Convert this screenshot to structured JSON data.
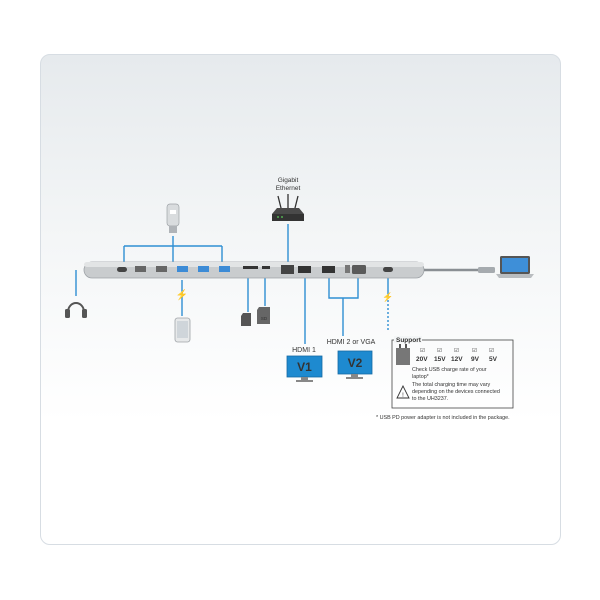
{
  "labels": {
    "gigabit": "Gigabit",
    "ethernet": "Ethernet",
    "hdmi1": "HDMI 1",
    "hdmi2_vga": "HDMI 2 or VGA",
    "v1": "V1",
    "v2": "V2",
    "sd": "SD",
    "lightning": "⚡"
  },
  "support": {
    "title": "Support",
    "voltages": [
      "20V",
      "15V",
      "12V",
      "9V",
      "5V"
    ],
    "line1": "Check USB charge rate of your",
    "line2": "laptop*",
    "line3": "The total charging time may vary",
    "line4": "depending on the devices connected",
    "line5": "to the UH3237."
  },
  "footnote": "* USB PD power adapter is not included in the package.",
  "colors": {
    "connector": "#2f8fd3",
    "monitor_blue": "#1e8ad0",
    "dock_body": "#c9ccce"
  }
}
